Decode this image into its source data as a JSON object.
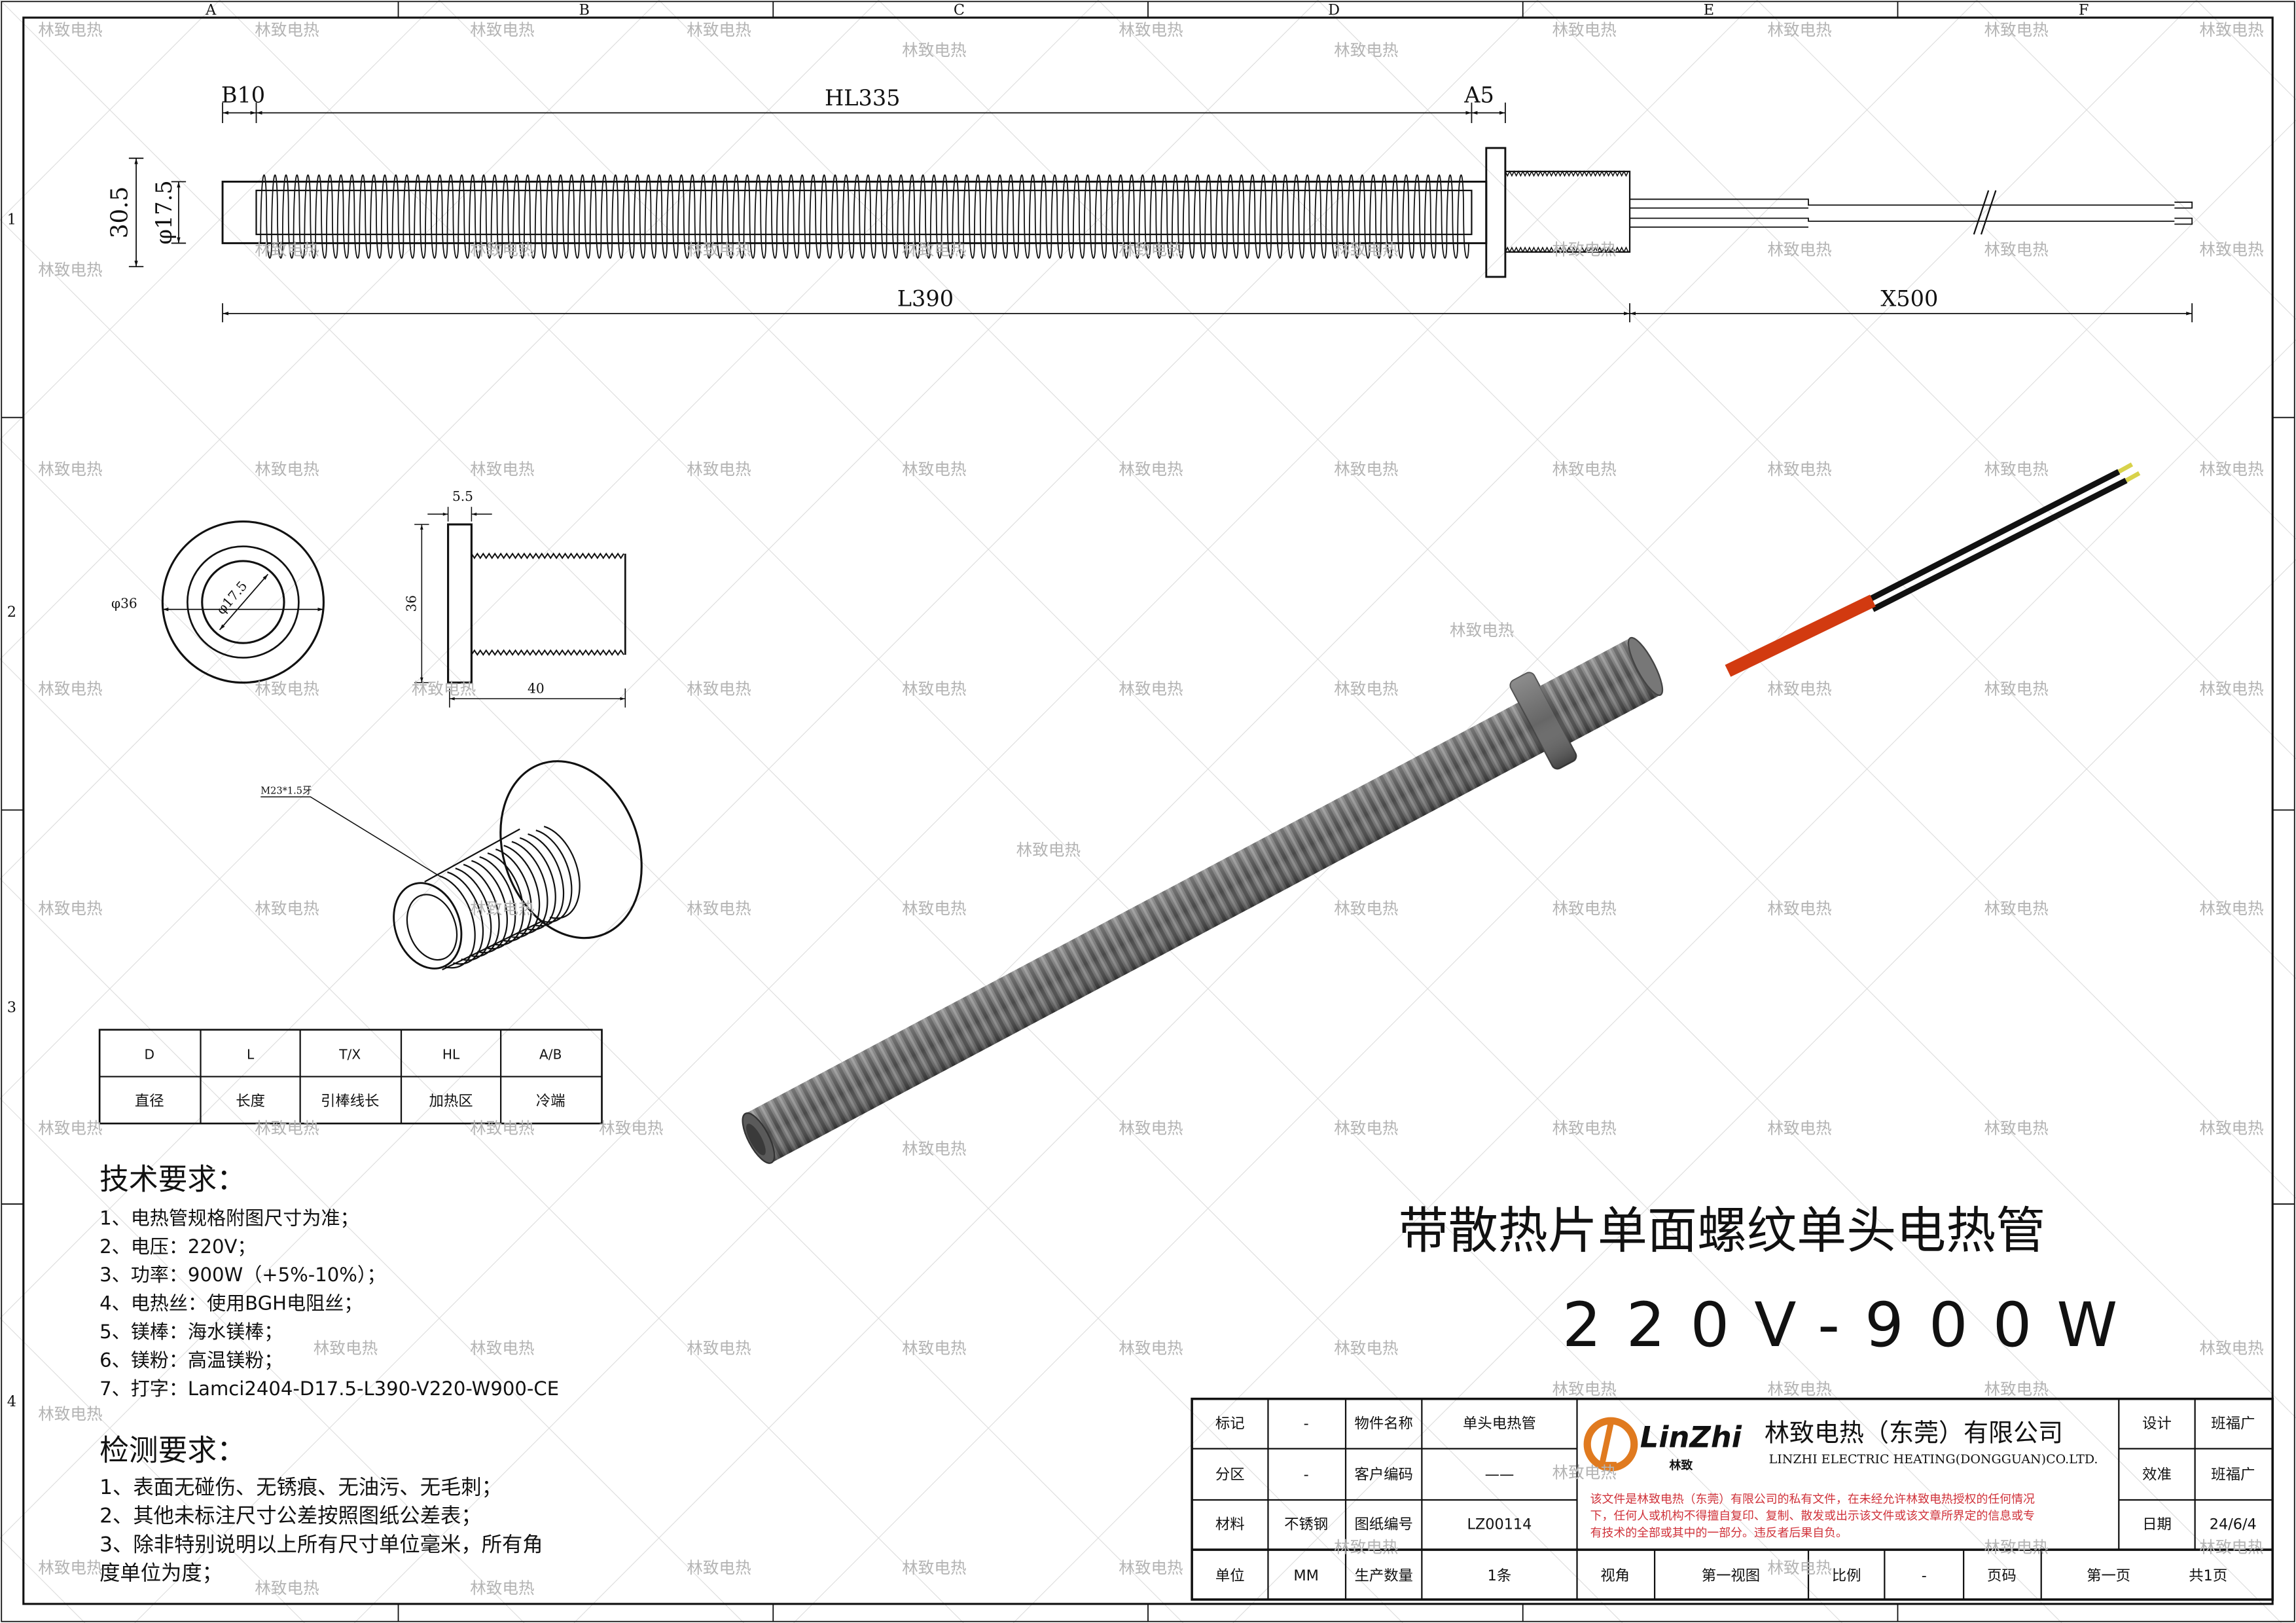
{
  "frame": {
    "columns": [
      "A",
      "B",
      "C",
      "D",
      "E",
      "F"
    ],
    "rows": [
      "1",
      "2",
      "3",
      "4"
    ],
    "watermark": "林致电热"
  },
  "main_view": {
    "b_dim": "B10",
    "hl_dim": "HL335",
    "a_dim": "A5",
    "l_dim": "L390",
    "x_dim": "X500",
    "fin_dia": "30.5",
    "tube_dia": "φ17.5"
  },
  "flange_views": {
    "outer_dia": "φ36",
    "inner_dia": "φ17.5",
    "flange_thk": "5.5",
    "height": "36",
    "length": "40",
    "thread_note": "M23*1.5牙"
  },
  "legend_table": {
    "headers": [
      "D",
      "L",
      "T/X",
      "HL",
      "A/B"
    ],
    "meanings": [
      "直径",
      "长度",
      "引棒线长",
      "加热区",
      "冷端"
    ]
  },
  "tech": {
    "title": "技术要求：",
    "items": [
      "1、电热管规格附图尺寸为准；",
      "2、电压：220V；",
      "3、功率：900W（+5%-10%）；",
      "4、电热丝：使用BGH电阻丝；",
      "5、镁棒：海水镁棒；",
      "6、镁粉：高温镁粉；",
      "7、打字：Lamci2404-D17.5-L390-V220-W900-CE"
    ]
  },
  "inspection": {
    "title": "检测要求：",
    "items": [
      "1、表面无碰伤、无锈痕、无油污、无毛刺；",
      "2、其他未标注尺寸公差按照图纸公差表；",
      "3、除非特别说明以上所有尺寸单位毫米，所有角",
      "度单位为度；"
    ]
  },
  "product": {
    "name": "带散热片单面螺纹单头电热管",
    "rating": "220V-900W"
  },
  "title_block": {
    "mark_label": "标记",
    "mark_value": "-",
    "zone_label": "分区",
    "zone_value": "-",
    "material_label": "材料",
    "material_value": "不锈钢",
    "unit_label": "单位",
    "unit_value": "MM",
    "part_name_label": "物件名称",
    "part_name_value": "单头电热管",
    "customer_code_label": "客户编码",
    "customer_code_value": "——",
    "drawing_no_label": "图纸编号",
    "drawing_no_value": "LZ00114",
    "qty_label": "生产数量",
    "qty_value": "1条",
    "view_label": "视角",
    "view_value": "第一视图",
    "scale_label": "比例",
    "scale_value": "-",
    "page_label": "页码",
    "page_value": "第一页",
    "page_total": "共1页",
    "design_label": "设计",
    "design_value": "班福广",
    "check_label": "效准",
    "check_value": "班福广",
    "date_label": "日期",
    "date_value": "24/6/4",
    "logo_text": "LinZhi",
    "logo_sub": "林致",
    "company_cn": "林致电热（东莞）有限公司",
    "company_en": "LINZHI ELECTRIC HEATING(DONGGUAN)CO.LTD.",
    "disclaimer": [
      "该文件是林致电热（东莞）有限公司的私有文件，在未经允许林致电热授权的任何情况",
      "下，任何人或机构不得擅自复印、复制、散发或出示该文件或该文章所界定的信息或专",
      "有技术的全部或其中的一部分。违反者后果自负。"
    ],
    "accent_color": "#e07a1f",
    "disclaimer_color": "#d0323a"
  }
}
